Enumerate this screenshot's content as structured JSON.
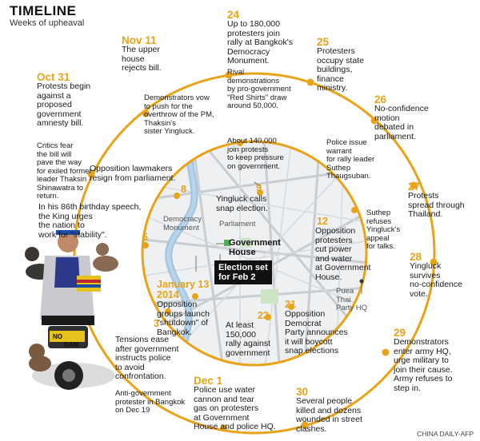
{
  "header": {
    "title": "TIMELINE",
    "subtitle": "Weeks of upheaval"
  },
  "events": {
    "oct31": {
      "date": "Oct 31",
      "text": "Protests begin\nagainst a\nproposed\ngovernment\namnesty bill."
    },
    "critics": {
      "text": "Critics fear\nthe bill will\npave the way\nfor exiled former\nleader Thaksin\nShinawatra to\nreturn."
    },
    "nov11": {
      "date": "Nov 11",
      "text": "The upper\nhouse\nrejects bill."
    },
    "demonstrators": {
      "text": "Demonstrators vow\nto push for the\noverthrow of the PM,\nThaksin's\nsister Yingluck."
    },
    "d24": {
      "date": "24",
      "text": "Up to 180,000\nprotesters join\nrally at Bangkok's\nDemocracy\nMonument."
    },
    "rival": {
      "text": "Rival\ndemonstrations\nby pro-government\n\"Red Shirts\" draw\naround 50,000."
    },
    "d25": {
      "date": "25",
      "text": "Protesters\noccupy state\nbuildings,\nfinance\nministry."
    },
    "d26": {
      "date": "26",
      "text": "No-confidence\nmotion\ndebated in\nparliament."
    },
    "police_warrant": {
      "text": "Police issue\nwarrant\nfor rally leader\nSuthep\nThaugsuban."
    },
    "d27": {
      "date": "27",
      "text": "Protests\nspread through\nThailand."
    },
    "suthep": {
      "text": "Suthep\nrefuses\nYingluck's\nappeal\nfor talks."
    },
    "d28": {
      "date": "28",
      "text": "Yingluck\nsurvives\nno-confidence\nvote."
    },
    "d29": {
      "date": "29",
      "text": "Demonstrators\nenter army HQ,\nurge military to\njoin their cause.\nArmy refuses to\nstep in."
    },
    "d30": {
      "date": "30",
      "text": "Several people\nkilled and dozens\nwounded in street\nclashes."
    },
    "dec1": {
      "date": "Dec 1",
      "text": "Police use water\ncannon and tear\ngas on protesters\nat Government\nHouse and police HQ."
    },
    "d3": {
      "text": "Tensions ease\nafter government\ninstructs police\nto avoid\nconfrontation."
    },
    "photo_caption": {
      "text": "Anti-government\nprotester in Bangkok\non Dec 19"
    },
    "d5": {
      "text": "In his 86th birthday speech,\nthe King urges\nthe nation to\nwork for \"stability\"."
    },
    "d8": {
      "text": "Opposition lawmakers\nresign from parliament."
    },
    "about140": {
      "text": "About 140,000\njoin protests\nto keep pressure\non government."
    },
    "d9": {
      "text": "Yingluck calls\nsnap election."
    },
    "d12": {
      "text": "Opposition\nprotesters\ncut power\nand water\nat Government\nHouse."
    },
    "d21": {
      "text": "Opposition\nDemocrat\nParty announces\nit will boycott\nsnap elections"
    },
    "d22": {
      "text": "At least\n150,000\nrally against\ngovernment"
    },
    "jan13": {
      "date": "January 13\n2014",
      "text": "Opposition\ngroups launch\n\"shutdown\" of\nBangkok."
    }
  },
  "day_markers": {
    "d3": "3",
    "d5": "5",
    "d8": "8",
    "d9": "9",
    "d12": "12",
    "d21": "21",
    "d22": "22"
  },
  "map": {
    "democracy_monument": "Democracy\nMonument",
    "parliament": "Parliament",
    "government_house": "Government\nHouse",
    "election": "Election set\nfor Feb 2",
    "pheu_thai": "Puea\nThai\nParty HQ"
  },
  "credit": "CHINA DAILY-AFP",
  "colors": {
    "accent": "#e8a317",
    "river": "#9fc3e0",
    "map_bg": "#eef0f2",
    "roads": "#c8ccd0"
  },
  "icons": {
    "protester_photo": "protester-on-motorbike-icon",
    "location_marker": "pin-icon"
  }
}
